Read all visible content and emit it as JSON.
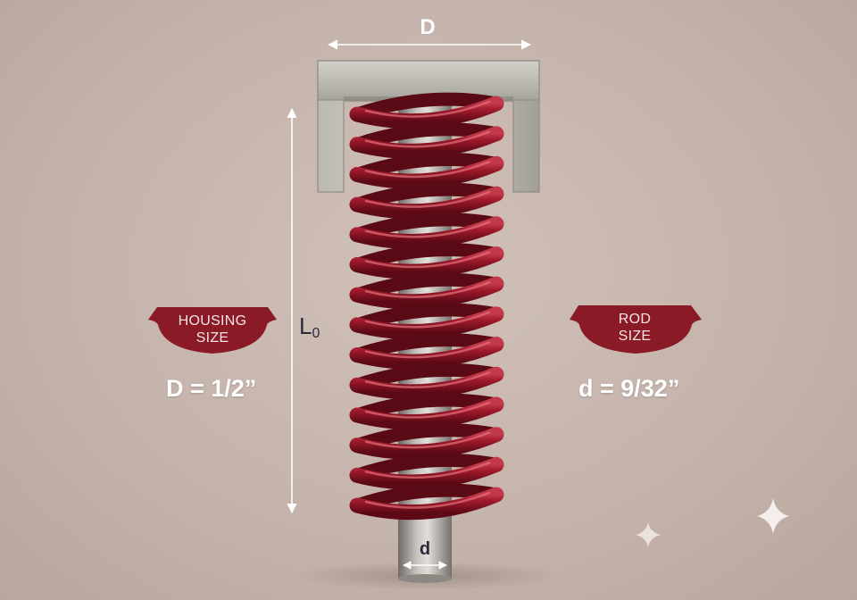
{
  "dimensions": {
    "housing_label": "D",
    "rod_label": "d",
    "length_label": "L",
    "length_subscript": "0"
  },
  "housing_badge": {
    "line1": "HOUSING",
    "line2": "SIZE",
    "value": "D = 1/2”"
  },
  "rod_badge": {
    "line1": "ROD",
    "line2": "SIZE",
    "value": "d = 9/32”"
  },
  "colors": {
    "background": "#c7b6ae",
    "spring": "#8e1424",
    "badge": "#8a1a26",
    "rod": "#a8a19c",
    "housing": "#b8b4ae",
    "arrow": "#ffffff"
  }
}
